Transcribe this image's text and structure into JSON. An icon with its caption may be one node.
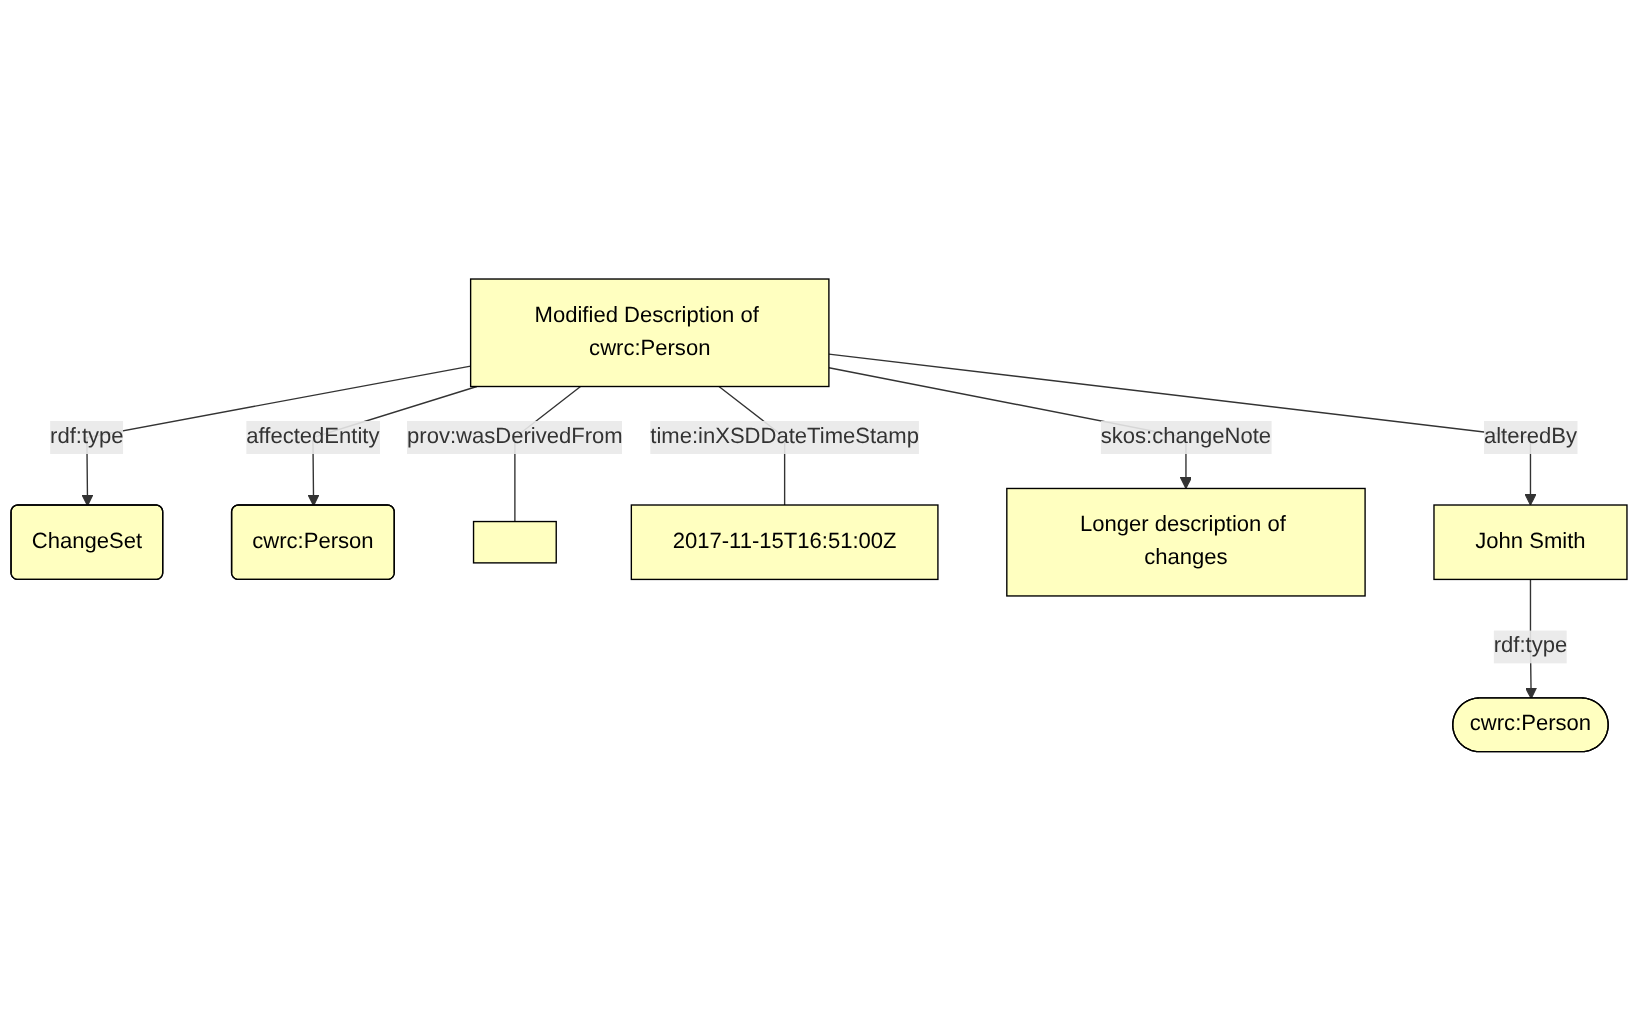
{
  "diagram": {
    "nodes": [
      {
        "text": [
          "ChangeSet"
        ]
      },
      {
        "text": [
          "cwrc:Person"
        ]
      },
      {
        "text": [
          "Modified Description of cwrc:Person"
        ]
      },
      {
        "text": [],
        "shape": "box"
      },
      {
        "text": [
          "2017-11-15T16:51:00Z"
        ]
      },
      {
        "text": [
          "Longer description of changes"
        ]
      },
      {
        "text": [
          "John Smith"
        ]
      },
      {
        "text": [
          "cwrc:Person"
        ]
      }
    ],
    "edges": [
      {
        "from": 2,
        "to": 0,
        "arrow": "to",
        "label": "rdf:type"
      },
      {
        "from": 2,
        "to": 1,
        "arrow": "to",
        "label": "affectedEntity"
      },
      {
        "from": 2,
        "to": 3,
        "arrow": "none",
        "label": "prov:wasDerivedFrom"
      },
      {
        "from": 2,
        "to": 5,
        "arrow": "to",
        "label": "skos:changeNote"
      },
      {
        "from": 2,
        "to": 6,
        "arrow": "to",
        "label": "alteredBy"
      },
      {
        "from": 2,
        "to": 4,
        "arrow": "none",
        "label": "time:inXSDDateTimeStamp"
      },
      {
        "from": 6,
        "to": 7,
        "arrow": "to",
        "label": "rdf:type"
      }
    ]
  }
}
